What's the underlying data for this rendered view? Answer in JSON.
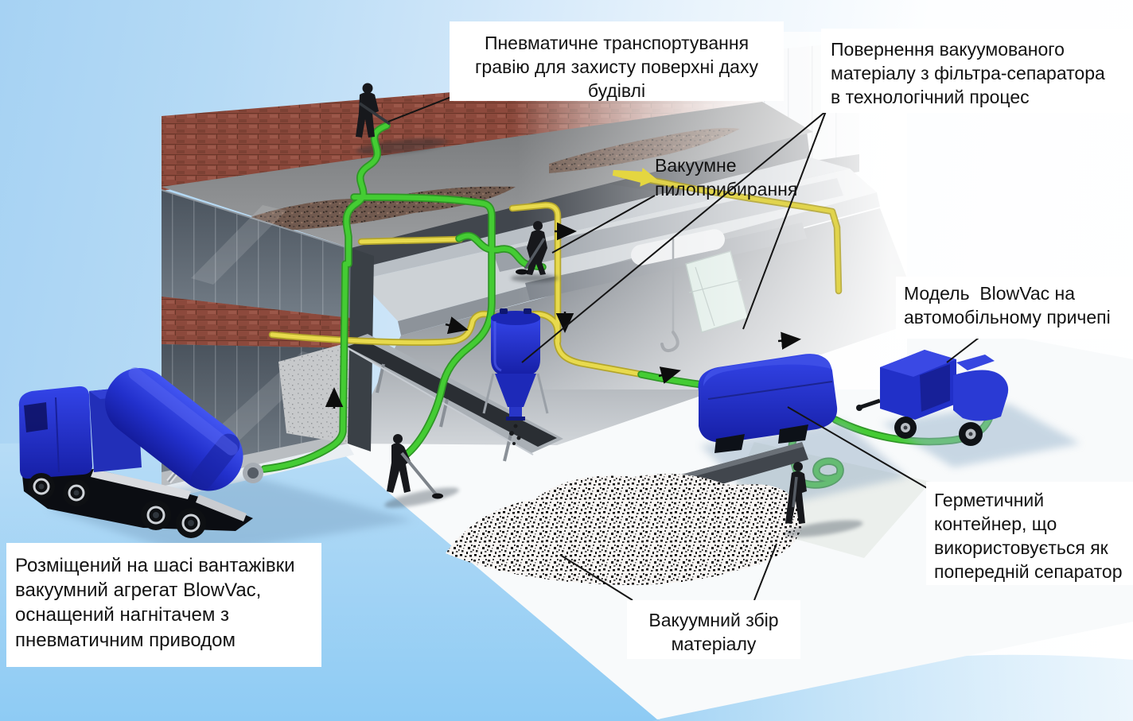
{
  "diagram": {
    "labels": {
      "roof_transport": "Пневматичне транспортування\nгравію для захисту поверхні даху\nбудівлі",
      "filter_return": "Повернення вакуумованого\nматеріалу з фільтра-сепаратора\nв технологічний процес",
      "vacuum_cleaning": "Вакуумне\nпилоприбирання",
      "trailer_model": "Модель  BlowVac на\nавтомобільному причепі",
      "hermetic_container": "Герметичний\nконтейнер, що\nвикористовується як\nпопередній сепаратор",
      "truck_unit": "Розміщений на шасі вантажівки\nвакуумний агрегат BlowVac,\nоснащений нагнітачем з\nпневматичним приводом",
      "vacuum_collection": "Вакуумний збір\nматеріалу"
    },
    "colors": {
      "hose_green": "#44cc33",
      "pipe_yellow": "#e8da4d",
      "equipment_blue": "#2633cc",
      "brick_red": "#8c493c",
      "sky_blue": "#a6d2f3",
      "ground_blue": "#8ecbf4",
      "label_bg": "#ffffff",
      "label_text": "#121212",
      "leader_line": "#141414"
    },
    "icons": {
      "flow_arrow_up": "↑",
      "flow_arrow_down": "↓",
      "flow_arrow_right": "→",
      "crane_hook": "crane-hook"
    }
  }
}
